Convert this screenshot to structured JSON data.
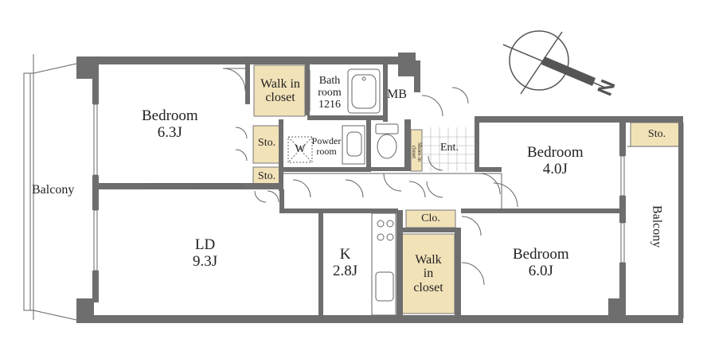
{
  "rooms": {
    "balcony_west": "Balcony",
    "bedroom_nw": {
      "name": "Bedroom",
      "size": "6.3J"
    },
    "walk_in_closet_nw": {
      "line1": "Walk in",
      "line2": "closet"
    },
    "bathroom": {
      "line1": "Bath",
      "line2": "room",
      "line3": "1216"
    },
    "mb": "MB",
    "storage_a": "Sto.",
    "storage_b": "Sto.",
    "washer": "W",
    "powder_room": {
      "line1": "Powder",
      "line2": "room"
    },
    "shoes_in_closet": {
      "line1": "Shoes in",
      "line2": "closet"
    },
    "entrance": "Ent.",
    "bedroom_ne": {
      "name": "Bedroom",
      "size": "4.0J"
    },
    "storage_c": "Sto.",
    "balcony_east": "Balcony",
    "closet": "Clo.",
    "ld": {
      "name": "LD",
      "size": "9.3J"
    },
    "kitchen": {
      "name": "K",
      "size": "2.8J"
    },
    "walk_in_closet_s": {
      "line1": "Walk",
      "line2": "in",
      "line3": "closet"
    },
    "bedroom_se": {
      "name": "Bedroom",
      "size": "6.0J"
    }
  },
  "compass": {
    "label": "N"
  },
  "colors": {
    "wall": "#6e6e6e",
    "storage_fill": "#f2e2b8",
    "tile": "#9a9a9a"
  }
}
